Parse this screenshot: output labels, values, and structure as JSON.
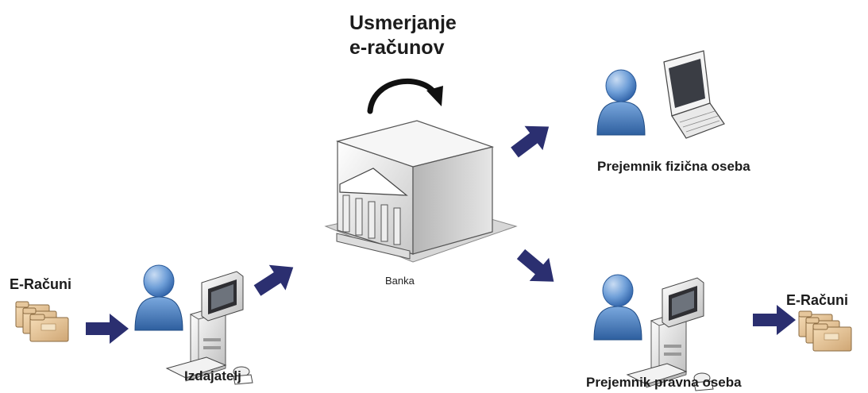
{
  "title": [
    "Usmerjanje",
    "e-računov"
  ],
  "bank_label": "Banka",
  "invoices_in_label": "E-Računi",
  "invoices_out_label": "E-Računi",
  "issuer_label": "Izdajatelj",
  "recipient_person_label": "Prejemnik fizična oseba",
  "recipient_company_label": "Prejemnik pravna oseba",
  "colors": {
    "arrow": "#2b2f70",
    "person": "#4a7fc1",
    "folder": "#e2c296"
  }
}
